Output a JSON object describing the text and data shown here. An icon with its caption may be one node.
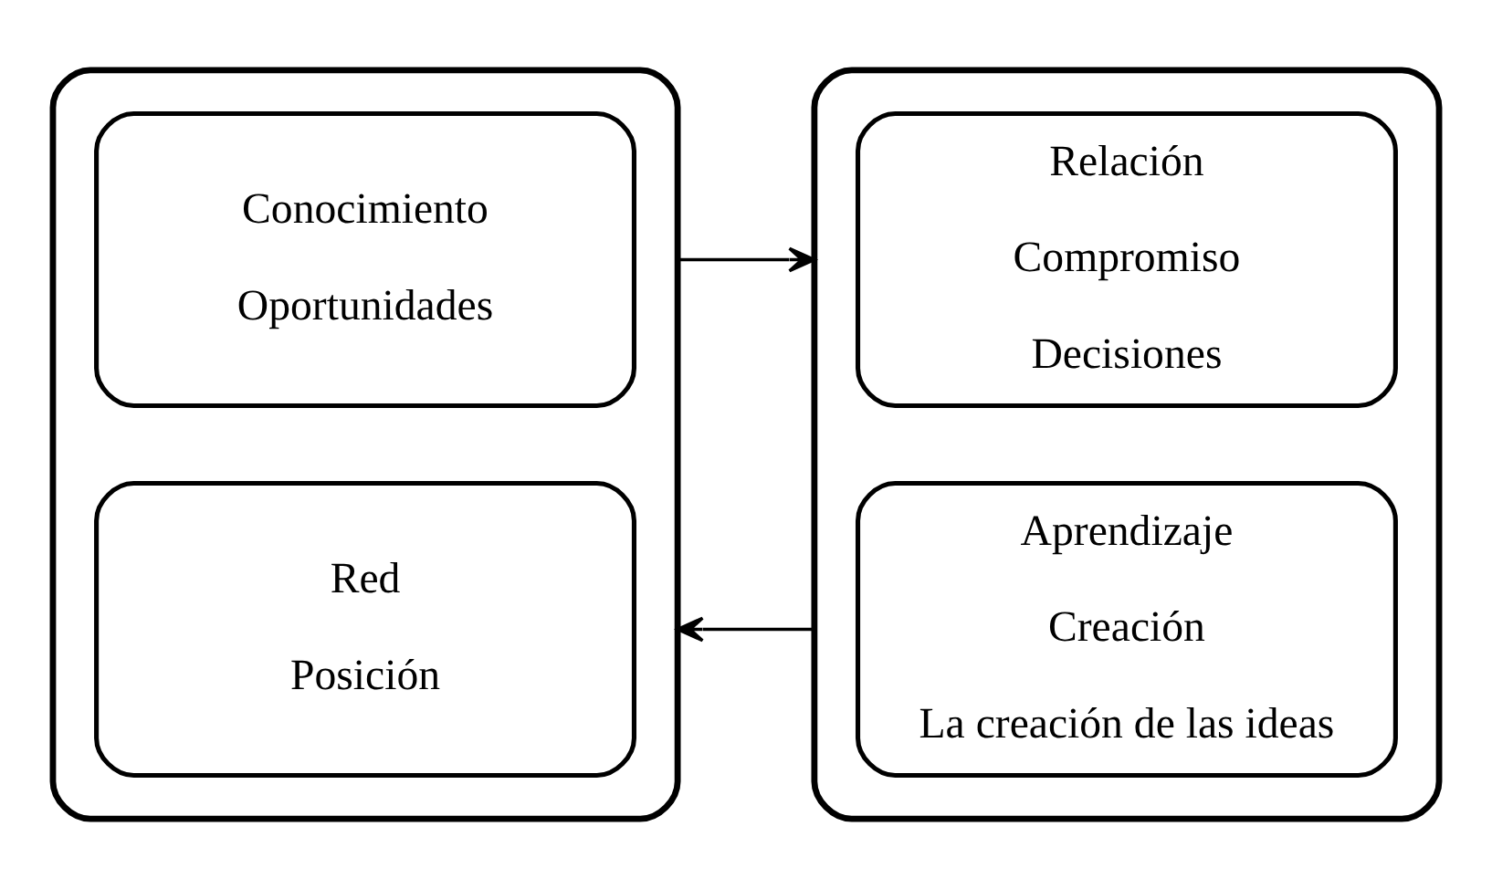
{
  "diagram": {
    "nodes": [
      {
        "text": [],
        "shape": "box"
      },
      {
        "text": [
          "Conocimiento",
          "Oportunidades"
        ],
        "in": 0
      },
      {
        "text": [
          "Red",
          "Posición"
        ],
        "in": 0
      },
      {
        "text": [],
        "shape": "box"
      },
      {
        "text": [
          "Relación",
          "Compromiso",
          "Decisiones"
        ],
        "in": 3
      },
      {
        "text": [
          "Aprendizaje",
          "Creación",
          "La creación de las ideas"
        ],
        "in": 3
      }
    ],
    "edges": [
      {
        "from": 0,
        "to": 3,
        "arrow": "to"
      },
      {
        "from": 3,
        "to": 0,
        "arrow": "to"
      }
    ]
  }
}
